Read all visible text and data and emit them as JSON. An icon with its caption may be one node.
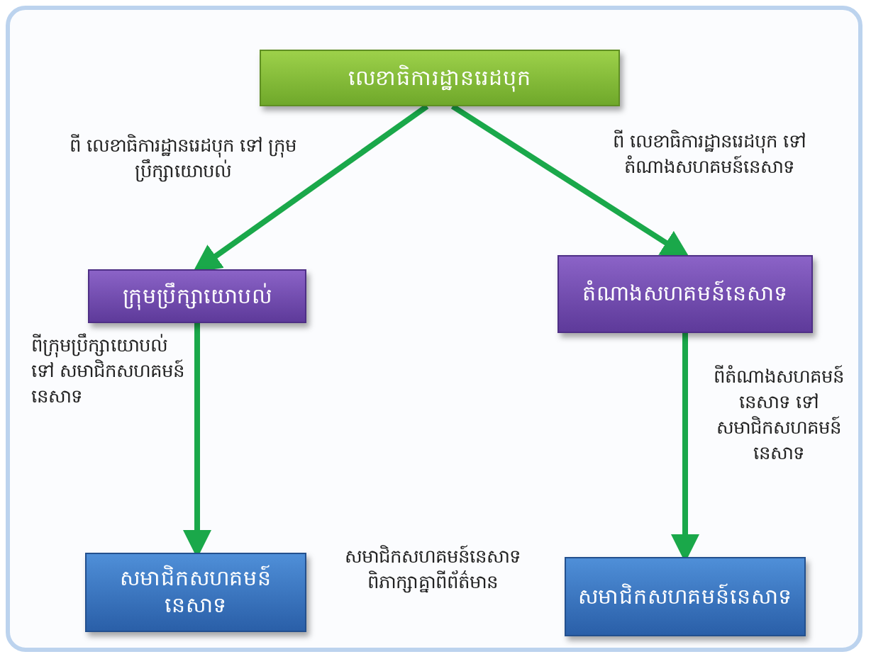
{
  "diagram": {
    "nodes": [
      {
        "text": [
          "លេខាធិការដ្ឋានរេដបុក"
        ]
      },
      {
        "text": [
          "ក្រុមប្រឹក្សាយោបល់"
        ]
      },
      {
        "text": [
          "តំណាងសហគមន៍នេសាទ"
        ]
      },
      {
        "text": [
          "សមាជិកសហគមន៍នេសាទ"
        ]
      },
      {
        "text": [
          "សមាជិកសហគមន៍នេសាទ"
        ]
      }
    ],
    "edges": [
      {
        "from": 0,
        "to": 1,
        "arrow": "to",
        "label": "ពី លេខាធិការដ្ឋានរេដបុក ទៅ ក្រុមប្រឹក្សាយោបល់"
      },
      {
        "from": 0,
        "to": 2,
        "arrow": "to",
        "label": "ពី លេខាធិការដ្ឋានរេដបុក ទៅ តំណាងសហគមន៍នេសាទ"
      },
      {
        "from": 1,
        "to": 3,
        "arrow": "to",
        "label": "ពីក្រុមប្រឹក្សាយោបល់ ទៅ សមាជិកសហគមន៍នេសាទ"
      },
      {
        "from": 2,
        "to": 4,
        "arrow": "to",
        "label": "ពីតំណាងសហគមន៍នេសាទ ទៅសមាជិកសហគមន៍នេសាទ"
      }
    ],
    "labels": [
      "សមាជិកសហគមន៍នេសាទ ពិភាក្សាគ្នាពីព័ត៌មាន"
    ]
  }
}
